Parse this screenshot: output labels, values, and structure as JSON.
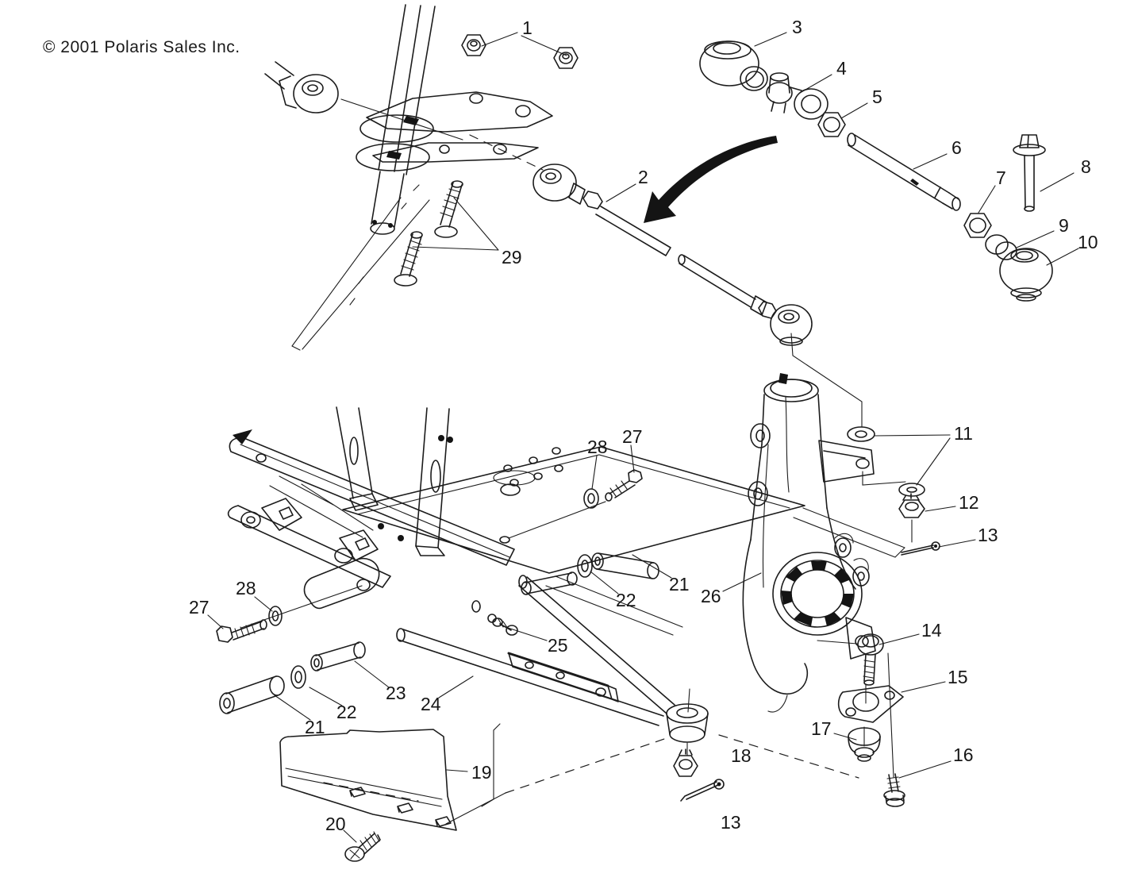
{
  "copyright": "© 2001 Polaris Sales Inc.",
  "callouts": {
    "n1": "1",
    "n2": "2",
    "n3": "3",
    "n4": "4",
    "n5": "5",
    "n6": "6",
    "n7": "7",
    "n8": "8",
    "n9": "9",
    "n10": "10",
    "n11": "11",
    "n12": "12",
    "n13a": "13",
    "n13b": "13",
    "n14": "14",
    "n15": "15",
    "n16": "16",
    "n17": "17",
    "n18": "18",
    "n19": "19",
    "n20": "20",
    "n21a": "21",
    "n21b": "21",
    "n22a": "22",
    "n22b": "22",
    "n23": "23",
    "n24": "24",
    "n25": "25",
    "n26": "26",
    "n27a": "27",
    "n27b": "27",
    "n28a": "28",
    "n28b": "28",
    "n29": "29"
  },
  "colors": {
    "ink": "#1c1c1c",
    "background": "#ffffff"
  }
}
